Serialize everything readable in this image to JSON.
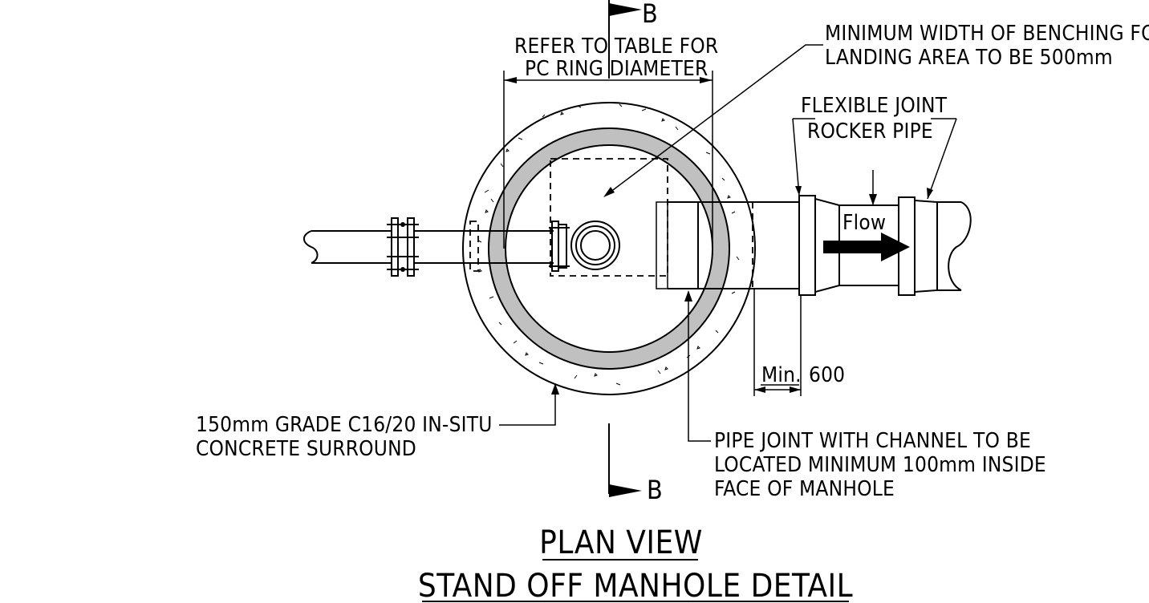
{
  "section_markers": {
    "top": "B",
    "bottom": "B"
  },
  "notes": {
    "pc_ring_line1": "REFER TO TABLE FOR",
    "pc_ring_line2": "PC RING DIAMETER",
    "benching_line1": "MINIMUM WIDTH OF BENCHING FOR",
    "benching_line2": "LANDING AREA TO BE 500mm",
    "flexible_joint": "FLEXIBLE JOINT",
    "rocker_pipe": "ROCKER PIPE",
    "flow": "Flow",
    "min_label": "Min.",
    "min_value": "600",
    "surround_line1": "150mm GRADE C16/20 IN-SITU",
    "surround_line2": "CONCRETE SURROUND",
    "pipe_joint_line1": "PIPE JOINT WITH CHANNEL TO BE",
    "pipe_joint_line2": "LOCATED MINIMUM 100mm INSIDE",
    "pipe_joint_line3": "FACE OF MANHOLE"
  },
  "titles": {
    "view": "PLAN VIEW",
    "detail": "STAND OFF MANHOLE DETAIL"
  },
  "colors": {
    "ring_fill": "#c0c0c0",
    "line": "#000000",
    "background": "#ffffff"
  }
}
